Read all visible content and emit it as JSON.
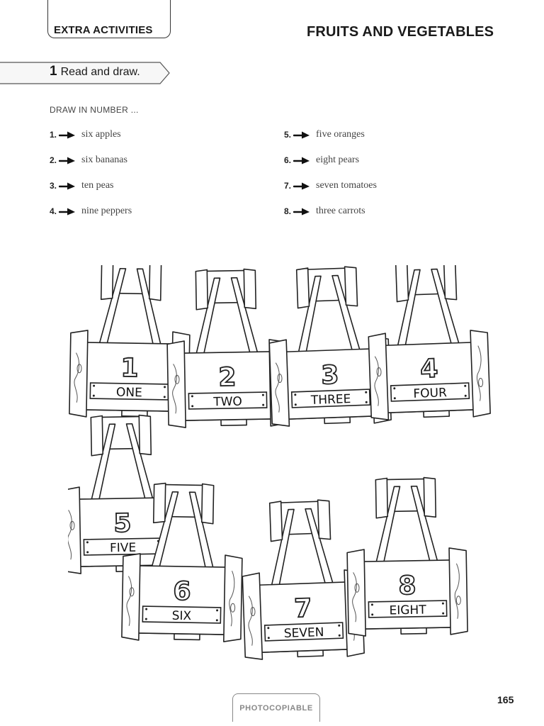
{
  "header": {
    "section_label": "EXTRA ACTIVITIES",
    "title": "FRUITS AND VEGETABLES"
  },
  "exercise": {
    "number": "1",
    "instruction": "Read and draw.",
    "subheading": "DRAW IN NUMBER ..."
  },
  "items": [
    {
      "num": "1.",
      "text": "six apples"
    },
    {
      "num": "2.",
      "text": "six bananas"
    },
    {
      "num": "3.",
      "text": "ten peas"
    },
    {
      "num": "4.",
      "text": "nine peppers"
    },
    {
      "num": "5.",
      "text": "five oranges"
    },
    {
      "num": "6.",
      "text": "eight pears"
    },
    {
      "num": "7.",
      "text": "seven tomatoes"
    },
    {
      "num": "8.",
      "text": "three carrots"
    }
  ],
  "crates": [
    {
      "num": "1",
      "word": "ONE"
    },
    {
      "num": "2",
      "word": "TWO"
    },
    {
      "num": "3",
      "word": "THREE"
    },
    {
      "num": "4",
      "word": "FOUR"
    },
    {
      "num": "5",
      "word": "FIVE"
    },
    {
      "num": "6",
      "word": "SIX"
    },
    {
      "num": "7",
      "word": "SEVEN"
    },
    {
      "num": "8",
      "word": "EIGHT"
    }
  ],
  "footer": {
    "photocopiable": "PHOTOCOPIABLE",
    "page_number": "165"
  }
}
